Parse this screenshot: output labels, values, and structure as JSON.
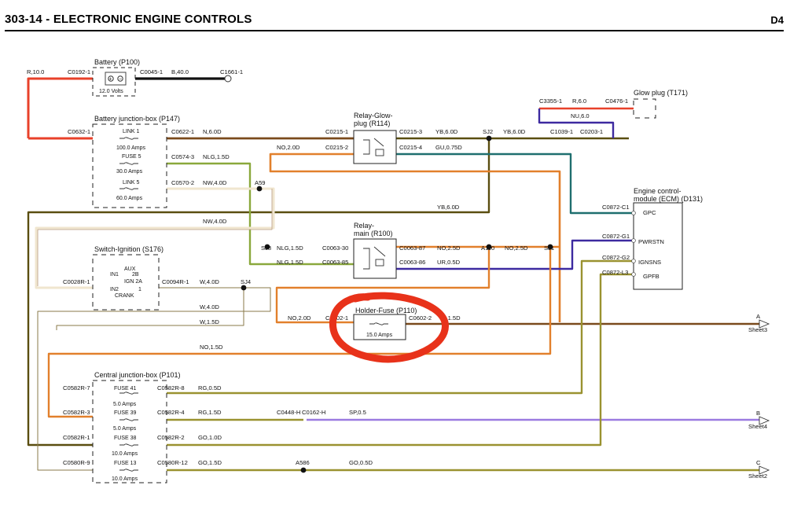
{
  "header": {
    "title": "303-14 - ELECTRONIC ENGINE CONTROLS",
    "page": "D4"
  },
  "colors": {
    "red": "#e8412a",
    "brown": "#7a4a1c",
    "orange": "#e2802c",
    "yellow_black": "#5a4e10",
    "green_yellow": "#8aa83c",
    "white": "#f0e6cf",
    "slate_gray": "#8a7a4a",
    "navy": "#3d2aa0",
    "blue_green": "#1f6f6f",
    "violet": "#9b7be0",
    "green_olive": "#9a9230",
    "annotation": "#e8321a"
  },
  "components": {
    "battery": {
      "title": "Battery (P100)",
      "rating": "12.0 Volts"
    },
    "bjb": {
      "title": "Battery junction-box (P147)",
      "link1": "LINK 1",
      "link1_rating": "100.0 Amps",
      "fuse5": "FUSE 5",
      "fuse5_rating": "30.0 Amps",
      "link5": "LINK 5",
      "link5_rating": "60.0 Amps"
    },
    "glow_relay": {
      "title1": "Relay-Glow-",
      "title2": "plug (R114)"
    },
    "glow_plug": {
      "title": "Glow plug (T171)"
    },
    "main_relay": {
      "title1": "Relay-",
      "title2": "main (R100)"
    },
    "ecm": {
      "title1": "Engine control-",
      "title2": "module (ECM) (D131)",
      "pins": [
        "GPC",
        "PWRSTN",
        "IGNSNS",
        "GPFB"
      ]
    },
    "ignition": {
      "title": "Switch-Ignition (S176)",
      "aux": "AUX",
      "ign1": "IN1",
      "pos2b": "2B",
      "ign2a": "IGN 2A",
      "ign2": "IN2",
      "one": "1",
      "crank": "CRANK"
    },
    "fuse_holder": {
      "title": "Holder-Fuse (P110)",
      "rating": "15.0 Amps"
    },
    "cjb": {
      "title": "Central junction-box (P101)",
      "fuses": [
        {
          "name": "FUSE 41",
          "rating": "5.0 Amps"
        },
        {
          "name": "FUSE 39",
          "rating": "5.0 Amps"
        },
        {
          "name": "FUSE 38",
          "rating": "10.0 Amps"
        },
        {
          "name": "FUSE 13",
          "rating": "10.0 Amps"
        }
      ]
    }
  },
  "connectors": {
    "c0192": "C0192-1",
    "c0045": "C0045-1",
    "c1661": "C1661-1",
    "c0632": "C0632-1",
    "c0622": "C0622-1",
    "c0574": "C0574-3",
    "c0570": "C0570-2",
    "c0215_1": "C0215-1",
    "c0215_2": "C0215-2",
    "c0215_3": "C0215-3",
    "c0215_4": "C0215-4",
    "c3355": "C3355-1",
    "c0476": "C0476-1",
    "c1039": "C1039-1",
    "c0203": "C0203-1",
    "c0063_30": "C0063-30",
    "c0063_85": "C0063-85",
    "c0063_87": "C0063-87",
    "c0063_86": "C0063-86",
    "c0872_c1": "C0872-C1",
    "c0872_g1": "C0872-G1",
    "c0872_g2": "C0872-G2",
    "c0872_l3": "C0872-L3",
    "c0028": "C0028R-1",
    "c0094": "C0094R-1",
    "c0602_1": "C0602-1",
    "c0602_2": "C0602-2",
    "c0582_7": "C0582R-7",
    "c0582_8": "C0582R-8",
    "c0582_3": "C0582R-3",
    "c0582_4": "C0582R-4",
    "c0582_1": "C0582R-1",
    "c0582_2": "C0582R-2",
    "c0580_9": "C0580R-9",
    "c0580_12": "C0580R-12",
    "c0448": "C0448-H",
    "c0162": "C0162-H"
  },
  "splices": {
    "sj2": "SJ2",
    "sj8": "SJ8",
    "sj1": "SJ1",
    "sj4": "SJ4",
    "a59": "A59",
    "a110": "A110",
    "a586": "A586"
  },
  "wires": {
    "r10": "R,10.0",
    "b40": "B,40.0",
    "n6_0d": "N,6.0D",
    "no2_0d": "NO,2.0D",
    "nlg15d": "NLG,1.5D",
    "nw40d": "NW,4.0D",
    "nw40d_b": "NW,4.0D",
    "yb60d_a": "YB,6.0D",
    "yb60d_b": "YB,6.0D",
    "yb60d_c": "YB,6.0D",
    "gu075d": "GU,0.75D",
    "r60": "R,6.0",
    "nu60": "NU,6.0",
    "nlg15d_b": "NLG,1.5D",
    "nlg15d_c": "NLG,1.5D",
    "no25d": "NO,2.5D",
    "no25d_b": "NO,2.5D",
    "ur05d": "UR,0.5D",
    "w40d": "W,4.0D",
    "w40d_b": "W,4.0D",
    "w15d": "W,1.5D",
    "no20d_b": "NO,2.0D",
    "n15d": "N,1.5D",
    "no15d": "NO,1.5D",
    "rg05d": "RG,0.5D",
    "rg15d": "RG,1.5D",
    "sp05": "SP,0.5",
    "go10d": "GO,1.0D",
    "go15d": "GO,1.5D",
    "go05d": "GO,0.5D"
  },
  "offsheet": [
    {
      "letter": "A",
      "sheet": "Sheet3"
    },
    {
      "letter": "B",
      "sheet": "Sheet4"
    },
    {
      "letter": "C",
      "sheet": "Sheet2"
    }
  ]
}
